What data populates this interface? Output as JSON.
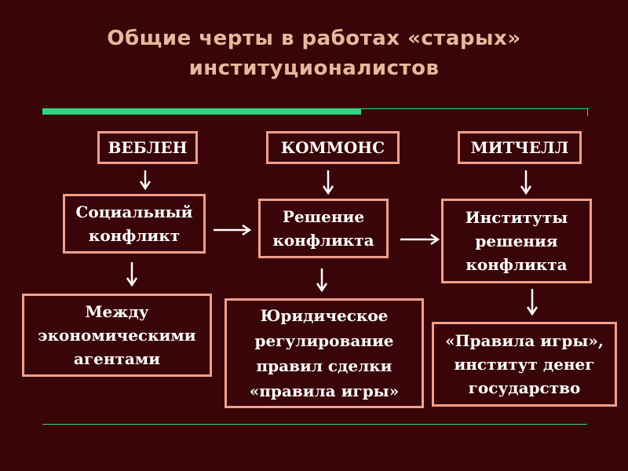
{
  "title": [
    "Общие черты в работах «старых»",
    "институционалистов"
  ],
  "headers": [
    "ВЕБЛЕН",
    "КОММОНС",
    "МИТЧЕЛЛ"
  ],
  "level2": [
    [
      "Социальный",
      "конфликт"
    ],
    [
      "Решение",
      "конфликта"
    ],
    [
      "Институты",
      "решения",
      "конфликта"
    ]
  ],
  "level3": [
    [
      "Между",
      "экономическими",
      "агентами"
    ],
    [
      "Юридическое",
      "регулирование",
      "правил сделки",
      "«правила игры»"
    ],
    [
      "«Правила игры»,",
      "институт денег",
      "государство"
    ]
  ],
  "colors": {
    "background": "#3a0509",
    "title": "#e8b89c",
    "border": "#f0a08c",
    "rule": "#2ed67e"
  }
}
